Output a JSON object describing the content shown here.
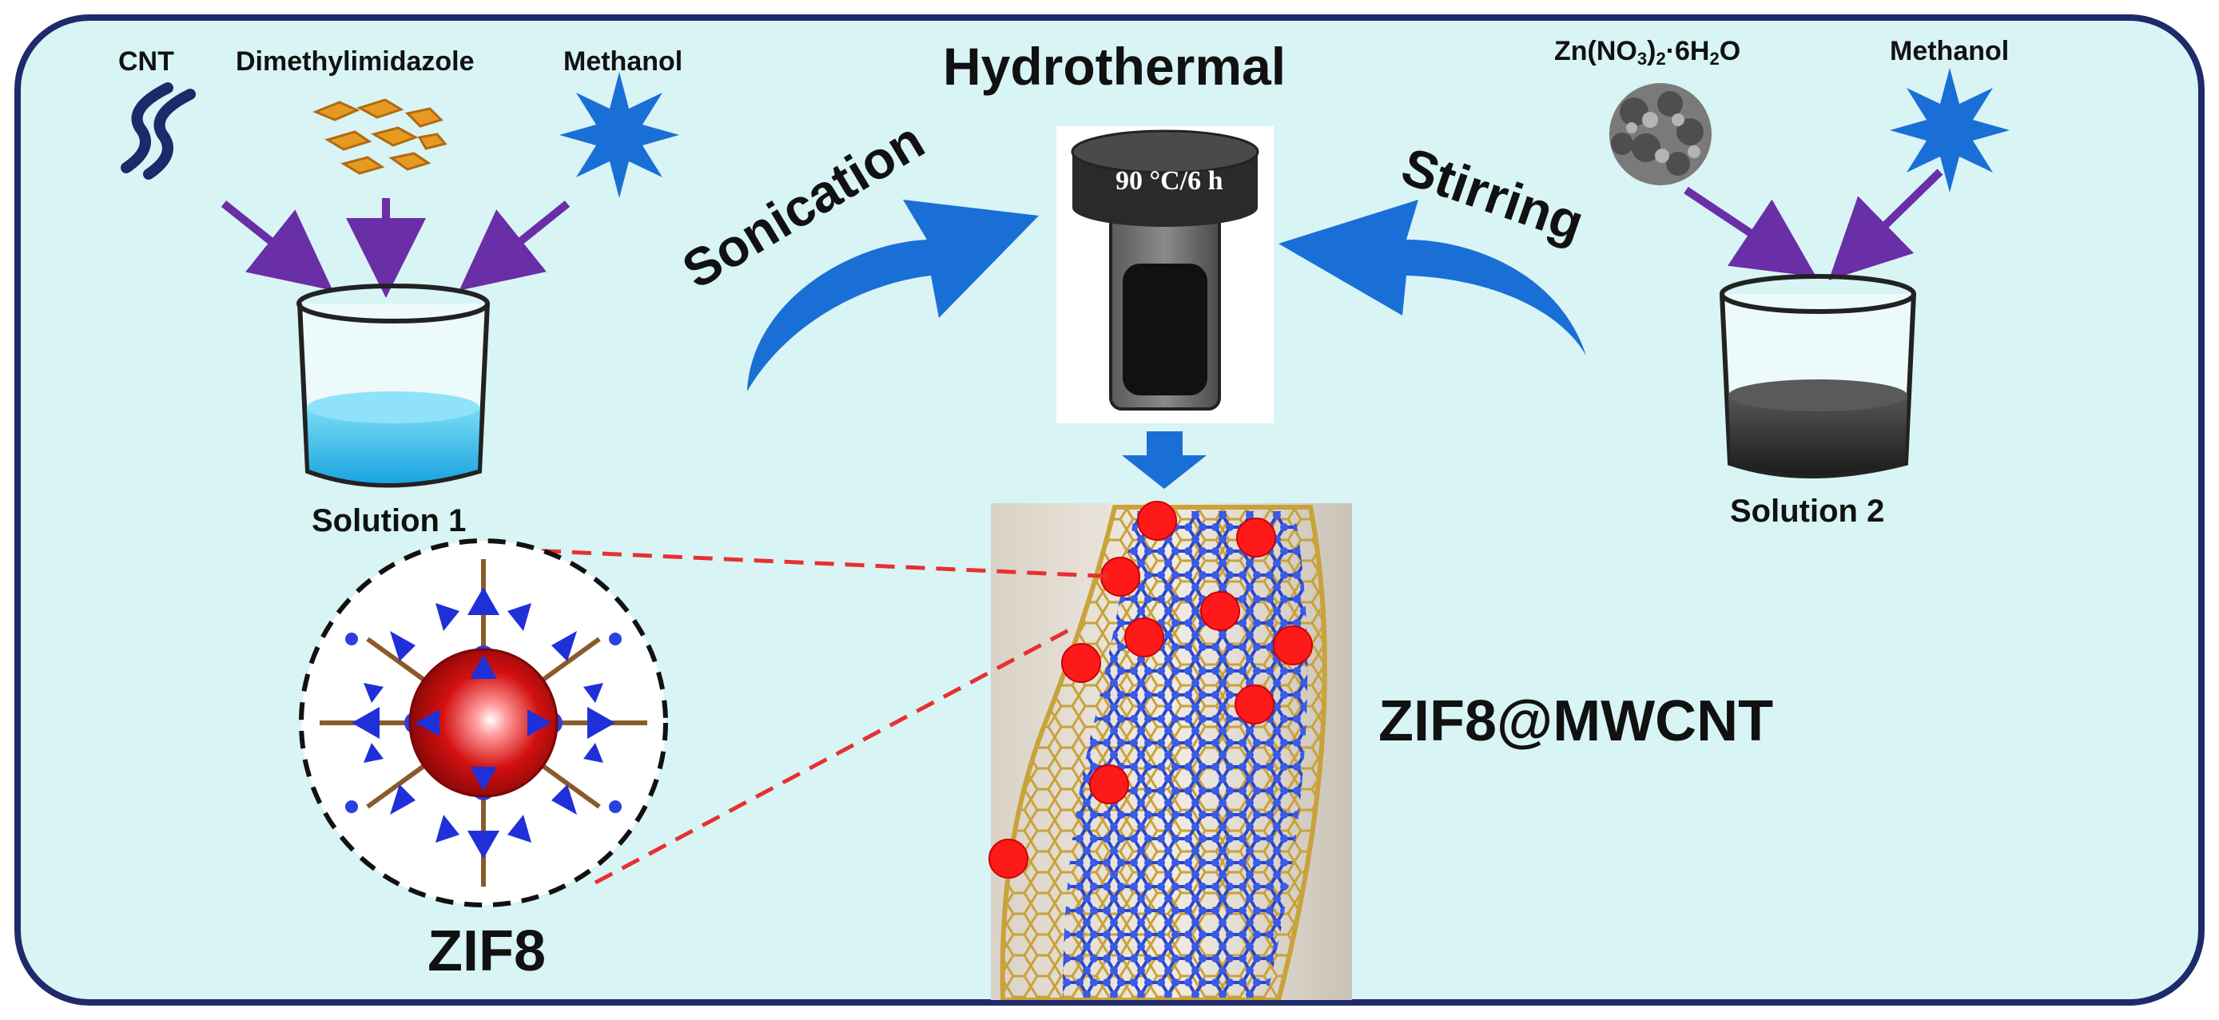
{
  "labels": {
    "cnt": "CNT",
    "dimethylimidazole": "Dimethylimidazole",
    "methanol_left": "Methanol",
    "zinc_nitrate": {
      "a": "Zn(NO",
      "s1": "3",
      "b": ")",
      "s2": "2",
      "c": "·6H",
      "s3": "2",
      "d": "O"
    },
    "methanol_right": "Methanol",
    "hydrothermal": "Hydrothermal",
    "autoclave_condition": "90 °C/6 h",
    "sonication": "Sonication",
    "stirring": "Stirring",
    "solution1": "Solution 1",
    "solution2": "Solution 2",
    "zif8": "ZIF8",
    "composite": "ZIF8@MWCNT"
  },
  "colors": {
    "panel_background": "#d8f4f4",
    "panel_border": "#1e2a6a",
    "arrow_blue": "#1a6fd6",
    "pointer_purple": "#6a2ea6",
    "solution1_liquid": "#2fb7ea",
    "solution2_liquid": "#3a3a3a",
    "zif_particle_red": "#e8141a",
    "nanotube_gold": "#c9a23a",
    "nanotube_blue": "#3050d8",
    "dashed_red": "#e83030"
  },
  "icons": [
    "cnt-icon",
    "dimethylimidazole-icon",
    "methanol-burst-icon",
    "zinc-nitrate-particle-icon",
    "beaker-icon",
    "autoclave-icon",
    "curved-arrow-icon",
    "down-arrow-icon",
    "zif8-crystal-icon",
    "nanotube-icon"
  ]
}
